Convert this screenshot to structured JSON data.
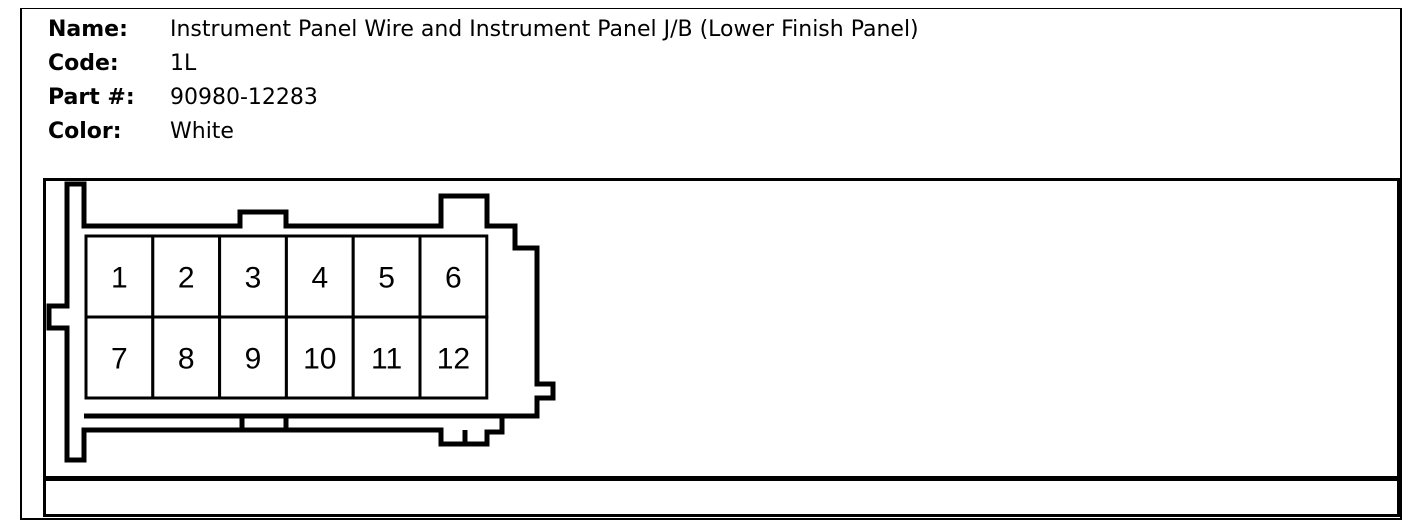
{
  "info": {
    "name_label": "Name:",
    "name_value": "Instrument Panel Wire and Instrument Panel J/B (Lower Finish Panel)",
    "code_label": "Code:",
    "code_value": "1L",
    "part_label": "Part #:",
    "part_value": "90980-12283",
    "color_label": "Color:",
    "color_value": "White"
  },
  "connector": {
    "rows": [
      [
        "1",
        "2",
        "3",
        "4",
        "5",
        "6"
      ],
      [
        "7",
        "8",
        "9",
        "10",
        "11",
        "12"
      ]
    ]
  }
}
